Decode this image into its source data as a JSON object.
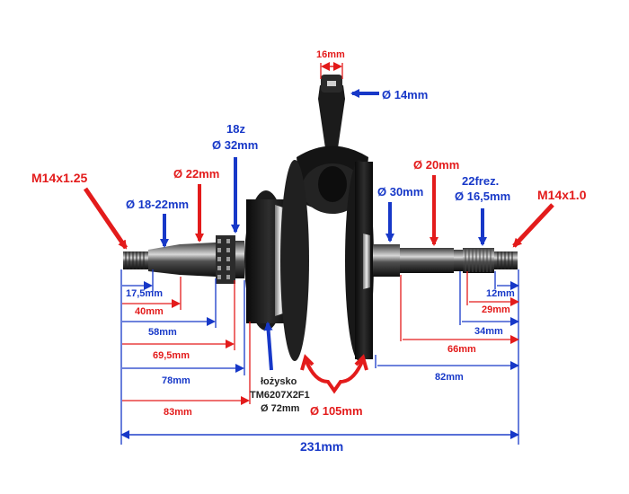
{
  "labels": {
    "thread_left": "M14x1.25",
    "thread_right": "M14x1.0",
    "pin_width": "16mm",
    "pin_dia": "Ø 14mm",
    "teeth": "18z",
    "sprocket_dia": "Ø 32mm",
    "dia_22": "Ø 22mm",
    "dia_18_22": "Ø 18-22mm",
    "dia_20": "Ø 20mm",
    "dia_30": "Ø 30mm",
    "spline": "22frez.",
    "spline_dia": "Ø 16,5mm",
    "bearing_name": "łożysko",
    "bearing_code": "TM6207X2F1",
    "bearing_dia": "Ø 72mm",
    "web_dia": "Ø 105mm"
  },
  "dimensions_left": [
    "17,5mm",
    "40mm",
    "58mm",
    "69,5mm",
    "78mm",
    "83mm"
  ],
  "dimensions_right": [
    "12mm",
    "29mm",
    "34mm",
    "66mm",
    "82mm"
  ],
  "total_length": "231mm",
  "colors": {
    "red": "#e31b1b",
    "blue": "#1738c8",
    "shaft": "#1c1c1c"
  }
}
